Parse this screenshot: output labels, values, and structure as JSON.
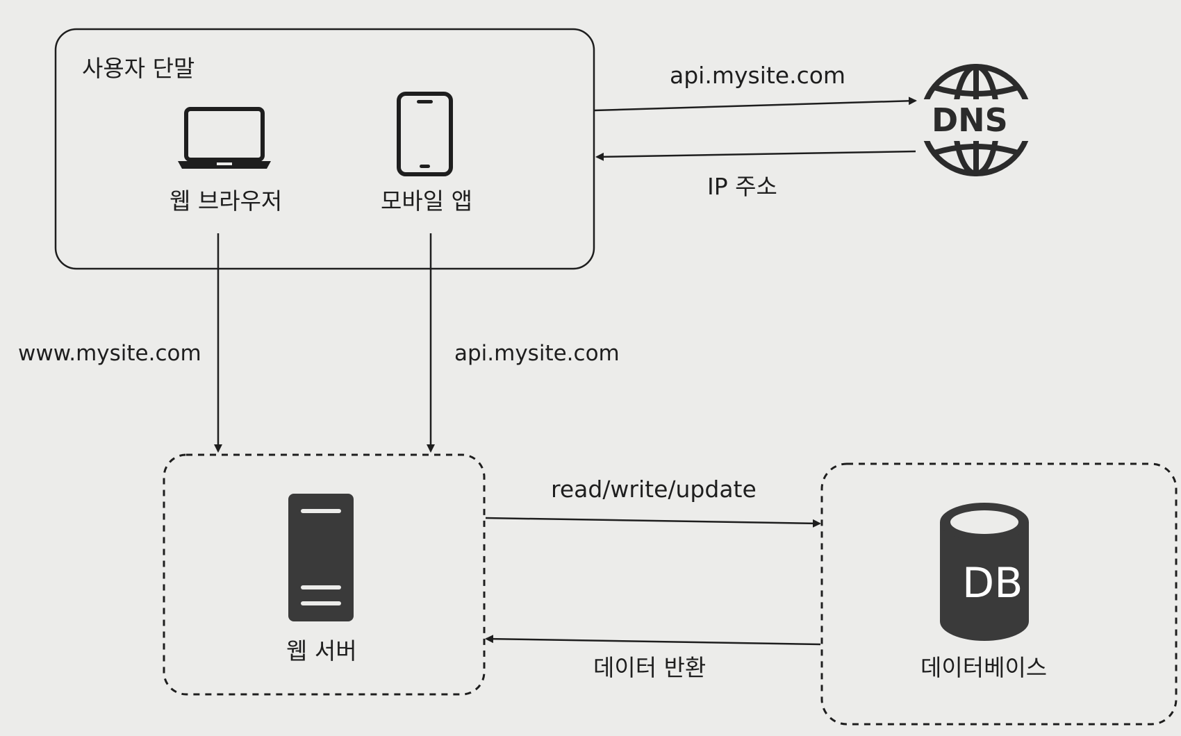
{
  "diagram": {
    "client_group": {
      "title": "사용자 단말",
      "web_browser_label": "웹 브라우저",
      "mobile_app_label": "모바일 앱"
    },
    "dns": {
      "icon_text": "DNS",
      "request_label": "api.mysite.com",
      "response_label": "IP 주소"
    },
    "edges": {
      "browser_to_server": "www.mysite.com",
      "app_to_server": "api.mysite.com",
      "server_to_db": "read/write/update",
      "db_to_server": "데이터 반환"
    },
    "web_server": {
      "label": "웹 서버"
    },
    "database": {
      "icon_text": "DB",
      "label": "데이터베이스"
    }
  }
}
